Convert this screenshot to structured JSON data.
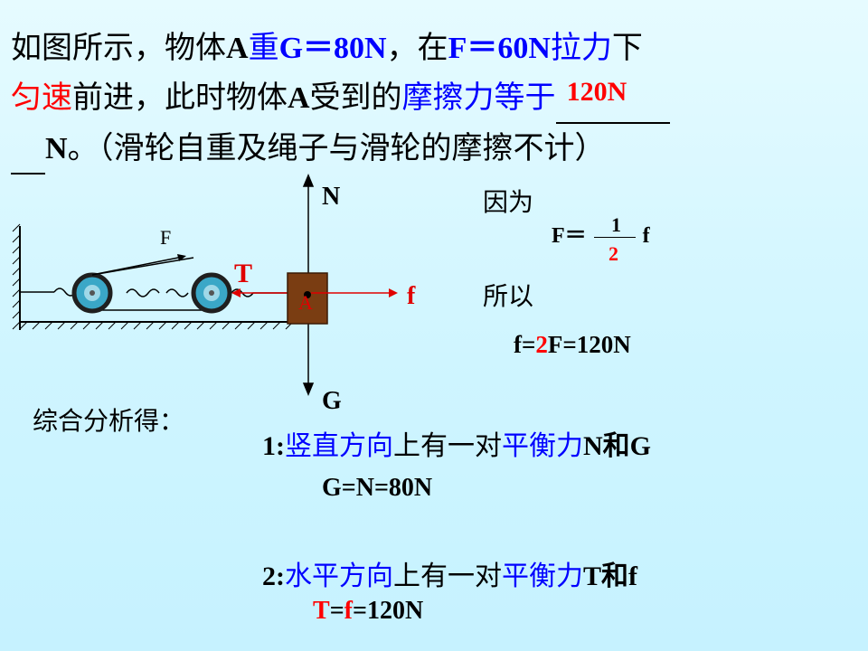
{
  "problem": {
    "l1a": "如图所示，物体",
    "l1b": "A",
    "l1c": "重",
    "l1d": "G＝80N",
    "l1e": "，在",
    "l1f": "F＝60N",
    "l1g": "拉力",
    "l1h": "下",
    "l2a": "匀速",
    "l2b": "前进，此时物体",
    "l2c": "A",
    "l2d": "受到的",
    "l2e": "摩擦力等于",
    "answer": "120N",
    "l3a": "N",
    "l3b": "。（滑轮自重及绳子与滑轮的摩擦不计）"
  },
  "diagram": {
    "label_N": "N",
    "label_G": "G",
    "label_F": "F",
    "label_T": "T",
    "label_f": "f",
    "label_A": "A"
  },
  "reasoning": {
    "because": "因为",
    "formula_lhs": "F＝",
    "frac_num": "1",
    "frac_den": "2",
    "formula_rhs": "f",
    "so": "所以",
    "eq_f": "f=",
    "eq_2": "2",
    "eq_rest": "F=120N"
  },
  "summary": {
    "title": "综合分析得：",
    "item1_num": "1:",
    "item1_a": "竖直方向",
    "item1_b": "上有一对",
    "item1_c": "平衡力",
    "item1_d": "N和G",
    "item1_eq": "G=N=80N",
    "item2_num": "2:",
    "item2_a": "水平方向",
    "item2_b": "上有一对",
    "item2_c": "平衡力",
    "item2_d": "T和f",
    "item2_T": "T",
    "item2_eqs": "=",
    "item2_f": "f",
    "item2_rest": "=120N"
  },
  "colors": {
    "wheel": "#2f9fbf",
    "block": "#7a3d12",
    "highlight_blue": "#0000ff",
    "highlight_red": "#ff0000"
  }
}
